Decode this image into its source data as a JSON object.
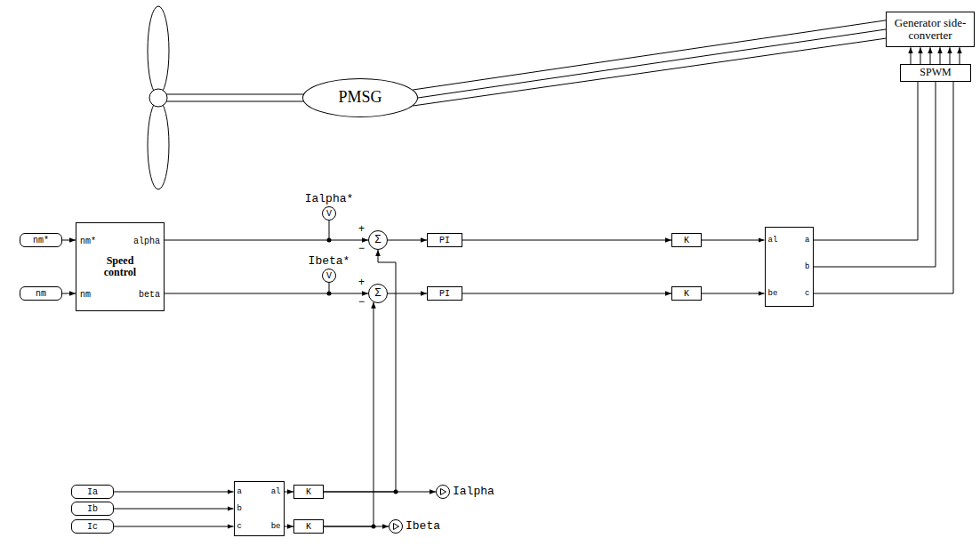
{
  "diagram": {
    "nodes": [
      {
        "text": [
          "PMSG"
        ]
      },
      {
        "text": [
          "Generator side-converter"
        ]
      },
      {
        "text": [
          "SPWM"
        ]
      },
      {
        "text": [
          "nm*"
        ]
      },
      {
        "text": [
          "nm"
        ]
      },
      {
        "text": [
          "nm*",
          "alpha",
          "Speed control",
          "nm",
          "beta"
        ]
      },
      {
        "text": [
          "V",
          "Ialpha*"
        ]
      },
      {
        "text": [
          "V",
          "Ibeta*"
        ]
      },
      {
        "text": [
          "Σ",
          "+",
          "−"
        ]
      },
      {
        "text": [
          "Σ",
          "+",
          "−"
        ]
      },
      {
        "text": [
          "PI"
        ]
      },
      {
        "text": [
          "PI"
        ]
      },
      {
        "text": [
          "K"
        ]
      },
      {
        "text": [
          "K"
        ]
      },
      {
        "text": [
          "al",
          "a",
          "b",
          "be",
          "c"
        ]
      },
      {
        "text": [
          "Ia"
        ]
      },
      {
        "text": [
          "Ib"
        ]
      },
      {
        "text": [
          "Ic"
        ]
      },
      {
        "text": [
          "a",
          "b",
          "c",
          "al",
          "be"
        ]
      },
      {
        "text": [
          "K"
        ]
      },
      {
        "text": [
          "K"
        ]
      },
      {
        "text": [
          "Ialpha"
        ]
      },
      {
        "text": [
          "Ibeta"
        ]
      }
    ],
    "edges": [
      {
        "from": 0,
        "to": 1,
        "arrow": "none"
      },
      {
        "from": 0,
        "to": 1,
        "arrow": "none"
      },
      {
        "from": 0,
        "to": 1,
        "arrow": "none"
      },
      {
        "from": 2,
        "to": 1,
        "arrow": "to"
      },
      {
        "from": 2,
        "to": 1,
        "arrow": "to"
      },
      {
        "from": 2,
        "to": 1,
        "arrow": "to"
      },
      {
        "from": 2,
        "to": 1,
        "arrow": "to"
      },
      {
        "from": 2,
        "to": 1,
        "arrow": "to"
      },
      {
        "from": 2,
        "to": 1,
        "arrow": "to"
      },
      {
        "from": 3,
        "to": 5,
        "arrow": "to"
      },
      {
        "from": 4,
        "to": 5,
        "arrow": "to"
      },
      {
        "from": 5,
        "to": 8,
        "arrow": "to"
      },
      {
        "from": 5,
        "to": 9,
        "arrow": "to"
      },
      {
        "from": 8,
        "to": 10,
        "arrow": "to"
      },
      {
        "from": 10,
        "to": 12,
        "arrow": "to"
      },
      {
        "from": 12,
        "to": 14,
        "arrow": "to"
      },
      {
        "from": 9,
        "to": 11,
        "arrow": "to"
      },
      {
        "from": 11,
        "to": 13,
        "arrow": "to"
      },
      {
        "from": 13,
        "to": 14,
        "arrow": "to"
      },
      {
        "from": 14,
        "to": 2,
        "arrow": "none"
      },
      {
        "from": 14,
        "to": 2,
        "arrow": "none"
      },
      {
        "from": 14,
        "to": 2,
        "arrow": "none"
      },
      {
        "from": 15,
        "to": 18,
        "arrow": "to"
      },
      {
        "from": 16,
        "to": 18,
        "arrow": "to"
      },
      {
        "from": 17,
        "to": 18,
        "arrow": "to"
      },
      {
        "from": 18,
        "to": 19,
        "arrow": "to"
      },
      {
        "from": 18,
        "to": 20,
        "arrow": "to"
      },
      {
        "from": 19,
        "to": 21,
        "arrow": "to"
      },
      {
        "from": 19,
        "to": 8,
        "arrow": "to"
      },
      {
        "from": 20,
        "to": 22,
        "arrow": "to"
      },
      {
        "from": 20,
        "to": 9,
        "arrow": "to"
      }
    ]
  }
}
